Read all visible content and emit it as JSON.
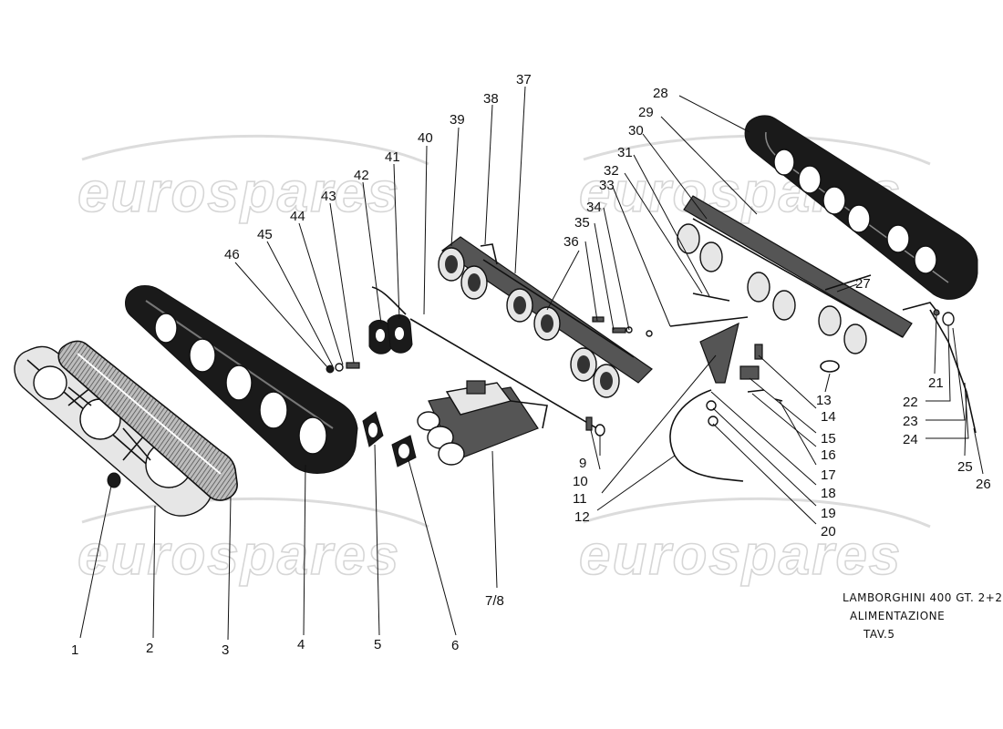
{
  "watermark": {
    "text": "eurospares"
  },
  "caption": {
    "line1": "LAMBORGHINI 400 GT. 2+2",
    "line2": "ALIMENTAZIONE",
    "line3": "TAV.5"
  },
  "callouts": [
    {
      "id": "c1",
      "label": "1"
    },
    {
      "id": "c2",
      "label": "2"
    },
    {
      "id": "c3",
      "label": "3"
    },
    {
      "id": "c4",
      "label": "4"
    },
    {
      "id": "c5",
      "label": "5"
    },
    {
      "id": "c6",
      "label": "6"
    },
    {
      "id": "c78",
      "label": "7/8"
    },
    {
      "id": "c9",
      "label": "9"
    },
    {
      "id": "c10",
      "label": "10"
    },
    {
      "id": "c11",
      "label": "11"
    },
    {
      "id": "c12",
      "label": "12"
    },
    {
      "id": "c13",
      "label": "13"
    },
    {
      "id": "c14",
      "label": "14"
    },
    {
      "id": "c15",
      "label": "15"
    },
    {
      "id": "c16",
      "label": "16"
    },
    {
      "id": "c17",
      "label": "17"
    },
    {
      "id": "c18",
      "label": "18"
    },
    {
      "id": "c19",
      "label": "19"
    },
    {
      "id": "c20",
      "label": "20"
    },
    {
      "id": "c21",
      "label": "21"
    },
    {
      "id": "c22",
      "label": "22"
    },
    {
      "id": "c23",
      "label": "23"
    },
    {
      "id": "c24",
      "label": "24"
    },
    {
      "id": "c25",
      "label": "25"
    },
    {
      "id": "c26",
      "label": "26"
    },
    {
      "id": "c27",
      "label": "27"
    },
    {
      "id": "c28",
      "label": "28"
    },
    {
      "id": "c29",
      "label": "29"
    },
    {
      "id": "c30",
      "label": "30"
    },
    {
      "id": "c31",
      "label": "31"
    },
    {
      "id": "c32",
      "label": "32"
    },
    {
      "id": "c33",
      "label": "33"
    },
    {
      "id": "c34",
      "label": "34"
    },
    {
      "id": "c35",
      "label": "35"
    },
    {
      "id": "c36",
      "label": "36"
    },
    {
      "id": "c37",
      "label": "37"
    },
    {
      "id": "c38",
      "label": "38"
    },
    {
      "id": "c39",
      "label": "39"
    },
    {
      "id": "c40",
      "label": "40"
    },
    {
      "id": "c41",
      "label": "41"
    },
    {
      "id": "c42",
      "label": "42"
    },
    {
      "id": "c43",
      "label": "43"
    },
    {
      "id": "c44",
      "label": "44"
    },
    {
      "id": "c45",
      "label": "45"
    },
    {
      "id": "c46",
      "label": "46"
    }
  ]
}
